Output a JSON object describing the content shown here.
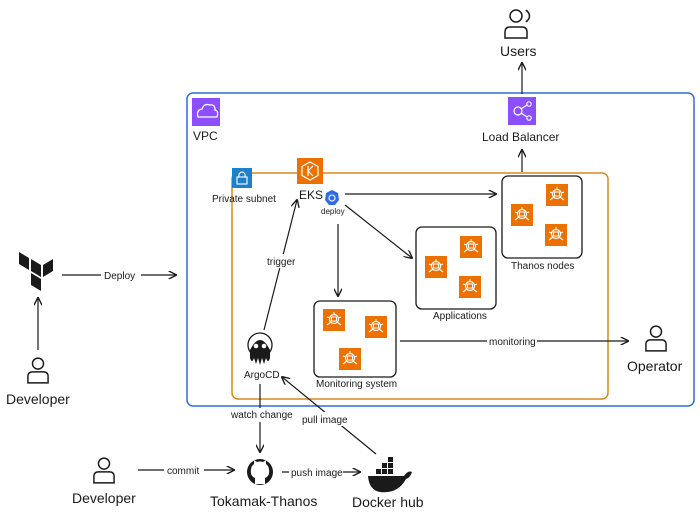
{
  "users": {
    "label": "Users",
    "icon": "users-icon"
  },
  "vpc": {
    "label": "VPC",
    "border_color": "#2f6fd6",
    "icon": "vpc-cloud-icon",
    "icon_color": "#8c4fff"
  },
  "load_balancer": {
    "label": "Load Balancer",
    "icon": "load-balancer-icon",
    "icon_color": "#8c4fff"
  },
  "private_subnet": {
    "label": "Private subnet",
    "border_color": "#d68a1e",
    "icon": "lock-icon",
    "icon_color": "#1f7fc8"
  },
  "eks": {
    "label": "EKS",
    "icon": "eks-icon",
    "icon_color": "#ed7100"
  },
  "deploy_badge": {
    "label": "deploy",
    "icon": "kubernetes-icon",
    "icon_color": "#326ce5"
  },
  "thanos_nodes": {
    "label": "Thanos nodes"
  },
  "applications": {
    "label": "Applications"
  },
  "monitoring_system": {
    "label": "Monitoring system"
  },
  "argocd": {
    "label": "ArgoCD",
    "icon": "argocd-octopus-icon"
  },
  "operator": {
    "label": "Operator",
    "icon": "person-icon"
  },
  "terraform": {
    "icon": "terraform-icon"
  },
  "developer_left": {
    "label": "Developer",
    "icon": "person-icon"
  },
  "developer_bottom": {
    "label": "Developer",
    "icon": "person-icon"
  },
  "tokamak": {
    "label": "Tokamak-Thanos",
    "icon": "github-icon"
  },
  "docker_hub": {
    "label": "Docker hub",
    "icon": "docker-whale-icon"
  },
  "edges": {
    "deploy": "Deploy",
    "trigger": "trigger",
    "monitoring": "monitoring",
    "watch_change": "watch change",
    "pull_image": "pull image",
    "commit": "commit",
    "push_image": "push image"
  },
  "colors": {
    "node_orange": "#ed7100",
    "line": "#1a1a1a"
  }
}
